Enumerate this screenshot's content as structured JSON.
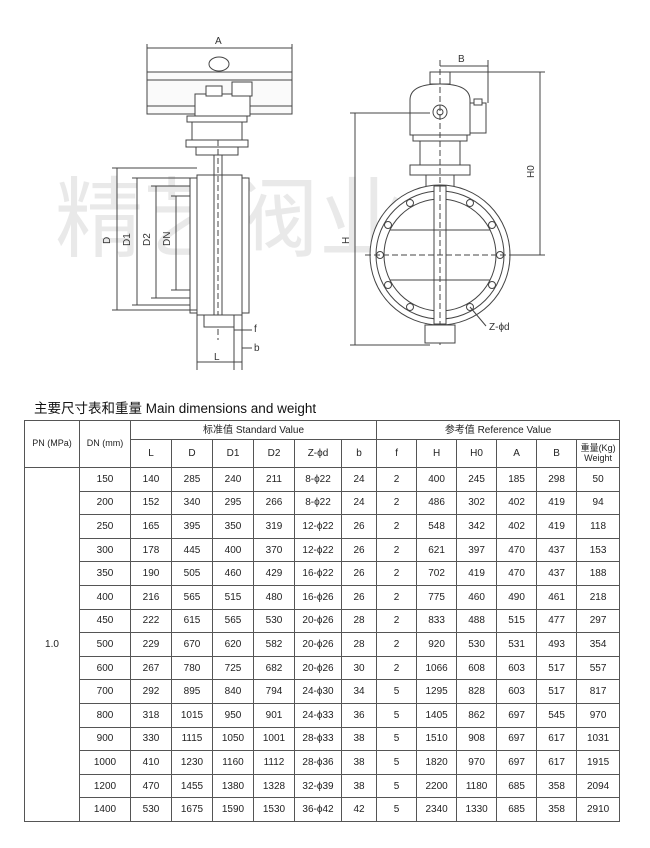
{
  "watermark": "精艺阀业",
  "drawing": {
    "left_view_labels": {
      "A": "A",
      "D": "D",
      "D1": "D1",
      "D2": "D2",
      "DN": "DN",
      "f": "f",
      "b": "b",
      "L": "L"
    },
    "right_view_labels": {
      "B": "B",
      "H": "H",
      "H0": "H0",
      "Zd": "Z-ϕd"
    }
  },
  "title": "主要尺寸表和重量 Main dimensions and weight",
  "table": {
    "pn_header": "PN (MPa)",
    "dn_header": "DN (mm)",
    "standard_group": "标准值  Standard Value",
    "reference_group": "参考值  Reference Value",
    "standard_cols": [
      "L",
      "D",
      "D1",
      "D2",
      "Z-ϕd",
      "b"
    ],
    "reference_cols": [
      "f",
      "H",
      "H0",
      "A",
      "B"
    ],
    "weight_col": "重量(Kg) Weight",
    "pn_value": "1.0",
    "rows": [
      [
        "150",
        "140",
        "285",
        "240",
        "211",
        "8-ϕ22",
        "24",
        "2",
        "400",
        "245",
        "185",
        "298",
        "50"
      ],
      [
        "200",
        "152",
        "340",
        "295",
        "266",
        "8-ϕ22",
        "24",
        "2",
        "486",
        "302",
        "402",
        "419",
        "94"
      ],
      [
        "250",
        "165",
        "395",
        "350",
        "319",
        "12-ϕ22",
        "26",
        "2",
        "548",
        "342",
        "402",
        "419",
        "118"
      ],
      [
        "300",
        "178",
        "445",
        "400",
        "370",
        "12-ϕ22",
        "26",
        "2",
        "621",
        "397",
        "470",
        "437",
        "153"
      ],
      [
        "350",
        "190",
        "505",
        "460",
        "429",
        "16-ϕ22",
        "26",
        "2",
        "702",
        "419",
        "470",
        "437",
        "188"
      ],
      [
        "400",
        "216",
        "565",
        "515",
        "480",
        "16-ϕ26",
        "26",
        "2",
        "775",
        "460",
        "490",
        "461",
        "218"
      ],
      [
        "450",
        "222",
        "615",
        "565",
        "530",
        "20-ϕ26",
        "28",
        "2",
        "833",
        "488",
        "515",
        "477",
        "297"
      ],
      [
        "500",
        "229",
        "670",
        "620",
        "582",
        "20-ϕ26",
        "28",
        "2",
        "920",
        "530",
        "531",
        "493",
        "354"
      ],
      [
        "600",
        "267",
        "780",
        "725",
        "682",
        "20-ϕ26",
        "30",
        "2",
        "1066",
        "608",
        "603",
        "517",
        "557"
      ],
      [
        "700",
        "292",
        "895",
        "840",
        "794",
        "24-ϕ30",
        "34",
        "5",
        "1295",
        "828",
        "603",
        "517",
        "817"
      ],
      [
        "800",
        "318",
        "1015",
        "950",
        "901",
        "24-ϕ33",
        "36",
        "5",
        "1405",
        "862",
        "697",
        "545",
        "970"
      ],
      [
        "900",
        "330",
        "1115",
        "1050",
        "1001",
        "28-ϕ33",
        "38",
        "5",
        "1510",
        "908",
        "697",
        "617",
        "1031"
      ],
      [
        "1000",
        "410",
        "1230",
        "1160",
        "1112",
        "28-ϕ36",
        "38",
        "5",
        "1820",
        "970",
        "697",
        "617",
        "1915"
      ],
      [
        "1200",
        "470",
        "1455",
        "1380",
        "1328",
        "32-ϕ39",
        "38",
        "5",
        "2200",
        "1180",
        "685",
        "358",
        "2094"
      ],
      [
        "1400",
        "530",
        "1675",
        "1590",
        "1530",
        "36-ϕ42",
        "42",
        "5",
        "2340",
        "1330",
        "685",
        "358",
        "2910"
      ]
    ]
  }
}
